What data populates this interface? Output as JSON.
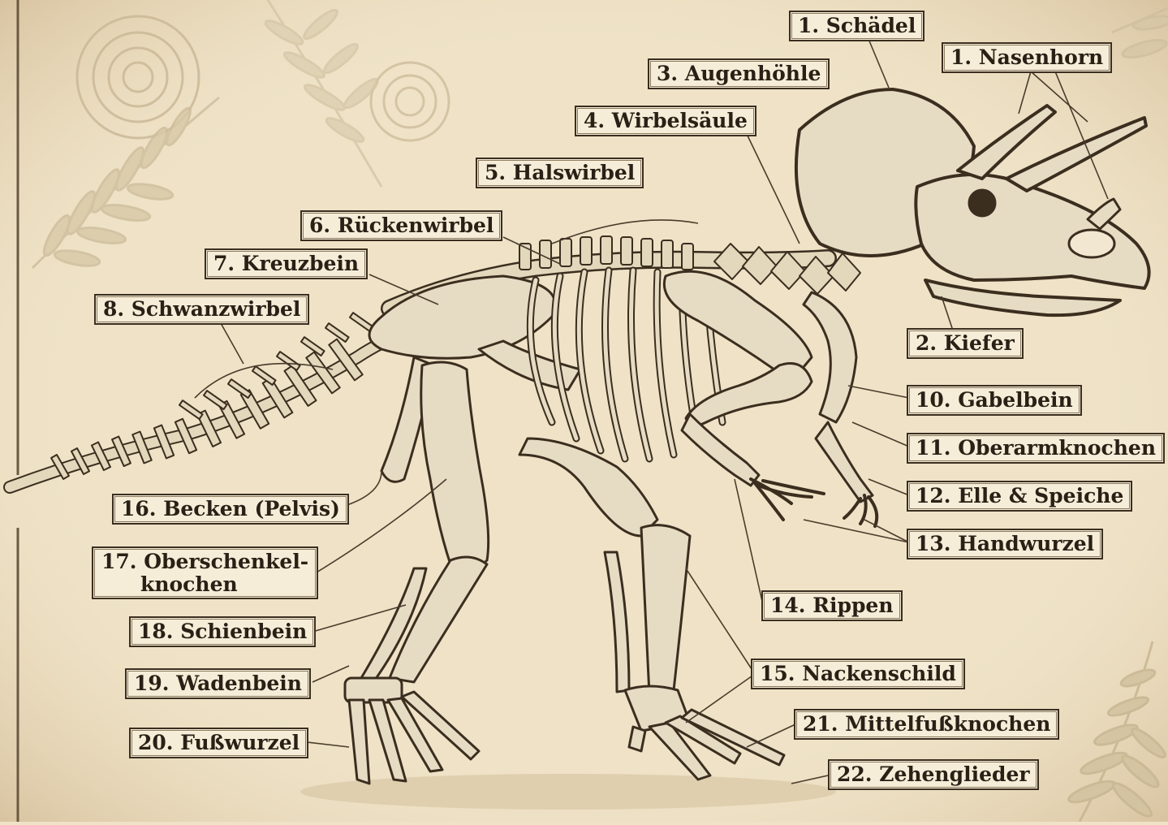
{
  "diagram": {
    "subject": "Triceratops skeleton",
    "colors": {
      "paper": "#efe2c6",
      "ink": "#2a2016",
      "bone": "#e6dcc4",
      "bone_shade": "#b9a784",
      "leader": "#4a3c2c"
    },
    "labels": {
      "schaedel": "1. Schädel",
      "nasenhorn": "1. Nasenhorn",
      "augenhoehle": "3. Augenhöhle",
      "wirbelsaeule": "4. Wirbelsäule",
      "halswirbel": "5. Halswirbel",
      "rueckenwirbel": "6. Rückenwirbel",
      "kreuzbein": "7. Kreuzbein",
      "schwanzwirbel": "8. Schwanzwirbel",
      "kiefer": "2. Kiefer",
      "gabelbein": "10. Gabelbein",
      "oberarmknochen": "11. Oberarmknochen",
      "elle_speiche": "12. Elle & Speiche",
      "handwurzel": "13. Handwurzel",
      "becken": "16. Becken (Pelvis)",
      "oberschenkel_line1": "17. Oberschenkel-",
      "oberschenkel_line2": "knochen",
      "schienbein": "18. Schienbein",
      "rippen": "14. Rippen",
      "wadenbein": "19. Wadenbein",
      "nackenschild": "15. Nackenschild",
      "fusswurzel": "20. Fußwurzel",
      "mittelfussknochen": "21. Mittelfußknochen",
      "zehenglieder": "22. Zehenglieder"
    }
  }
}
